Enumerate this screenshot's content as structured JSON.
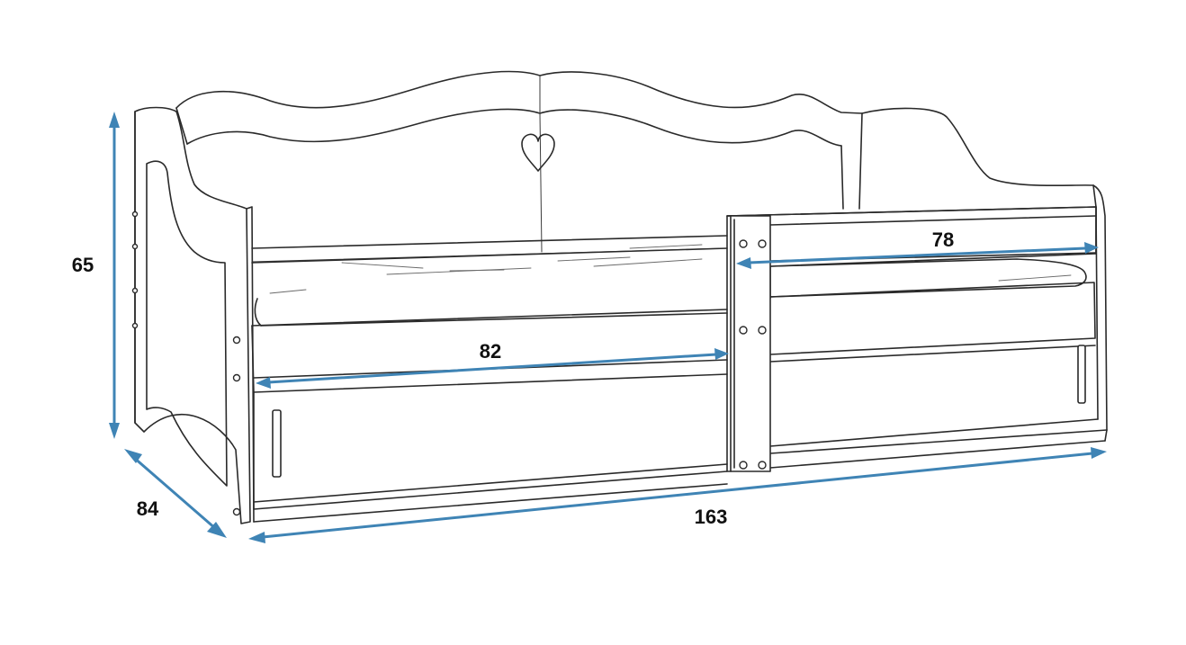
{
  "dimensions": {
    "height": "65",
    "depth": "84",
    "total_length": "163",
    "lower_opening": "82",
    "upper_opening": "78"
  },
  "colors": {
    "dimension_line": "#3f84b5",
    "outline": "#2a2a2a",
    "text": "#111111"
  }
}
